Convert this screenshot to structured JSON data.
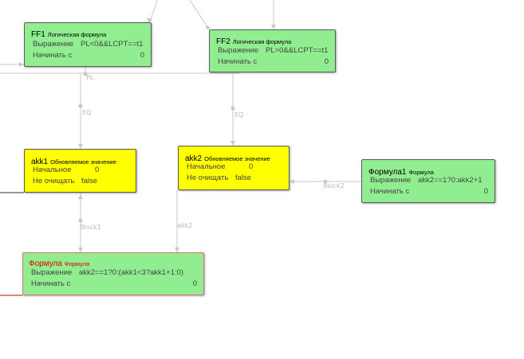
{
  "colors": {
    "formula_block": "#90ee90",
    "update_block": "#ffff00",
    "selected_border": "#e07070",
    "wire": "#c8c8c8",
    "wire_label": "#b8b8b8"
  },
  "blocks": {
    "ff1": {
      "name": "FF1",
      "type": "Логическая формула",
      "expr_label": "Выражение",
      "expr_value": "PL<0&&LCPT==t1",
      "start_label": "Начинать с",
      "start_value": "0"
    },
    "ff2": {
      "name": "FF2",
      "type": "Логическая формула",
      "expr_label": "Выражение",
      "expr_value": "PL>0&&LCPT==t1",
      "start_label": "Начинать с",
      "start_value": "0"
    },
    "akk1": {
      "name": "akk1",
      "type": "Обновляемое значение",
      "init_label": "Начальное",
      "init_value": "0",
      "noclear_label": "Не очищать",
      "noclear_value": "false"
    },
    "akk2": {
      "name": "akk2",
      "type": "Обновляемое значение",
      "init_label": "Начальное",
      "init_value": "0",
      "noclear_label": "Не очищать",
      "noclear_value": "false"
    },
    "formula1": {
      "name": "Формула1",
      "type": "Формула",
      "expr_label": "Выражение",
      "expr_value": "akk2==1?0:akk2+1",
      "start_label": "Начинать с",
      "start_value": "0"
    },
    "formula": {
      "name": "Формула",
      "type": "Формула",
      "expr_label": "Выражение",
      "expr_value": "akk2==1?0:(akk1<3?akk1+1:0)",
      "start_label": "Начинать с",
      "start_value": "0"
    }
  },
  "wire_labels": {
    "pl": "PL",
    "eq1": "EQ",
    "eq2": "EQ",
    "block1": "Block1",
    "block2": "Block2",
    "akk2": "akk2"
  }
}
